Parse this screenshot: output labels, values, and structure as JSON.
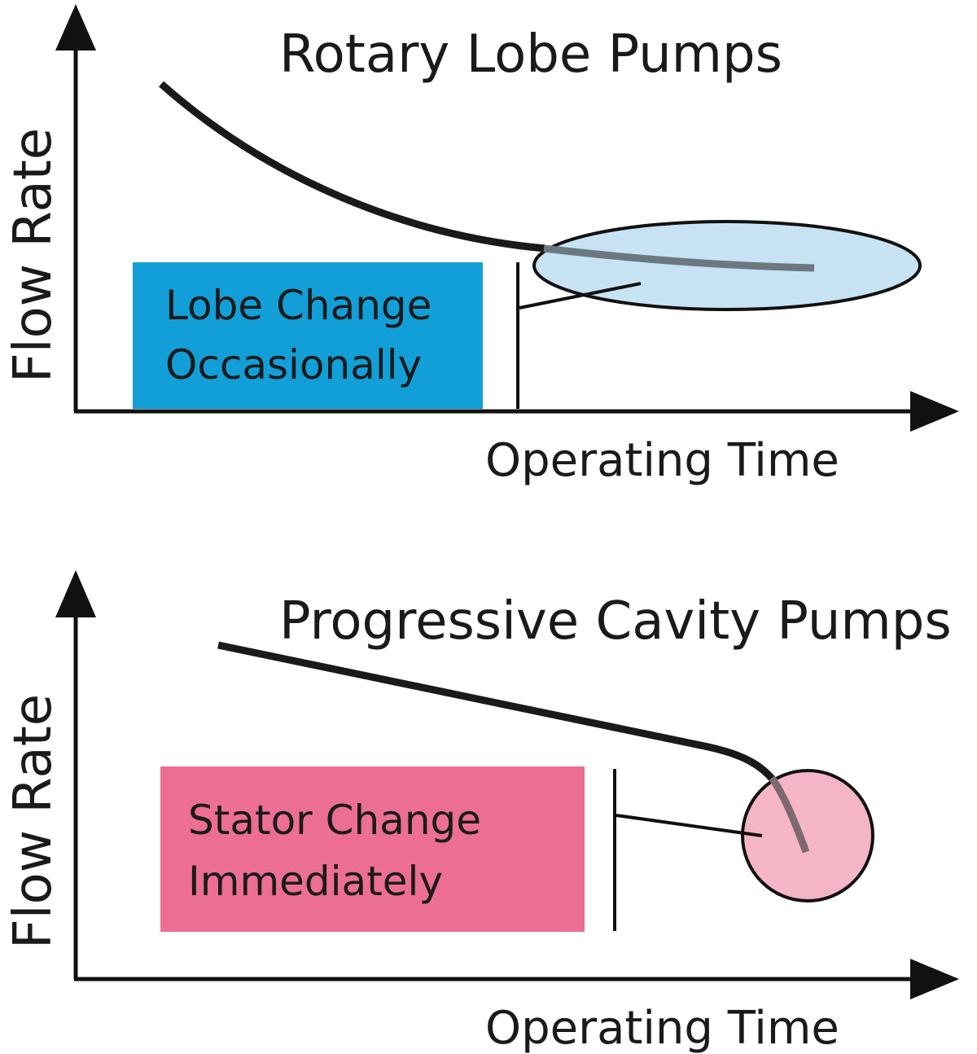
{
  "top_panel": {
    "title": "Rotary Lobe Pumps",
    "y_axis_label": "Flow Rate",
    "x_axis_label": "Operating Time",
    "callout_lines": [
      "Lobe Change",
      "Occasionally"
    ],
    "callout_color": "#129fd7",
    "highlight_color": "#c7e2f3"
  },
  "bottom_panel": {
    "title": "Progressive Cavity Pumps",
    "y_axis_label": "Flow Rate",
    "x_axis_label": "Operating Time",
    "callout_lines": [
      "Stator Change",
      "Immediately"
    ],
    "callout_color": "#ec6e93",
    "highlight_color": "#f4b5c6"
  }
}
